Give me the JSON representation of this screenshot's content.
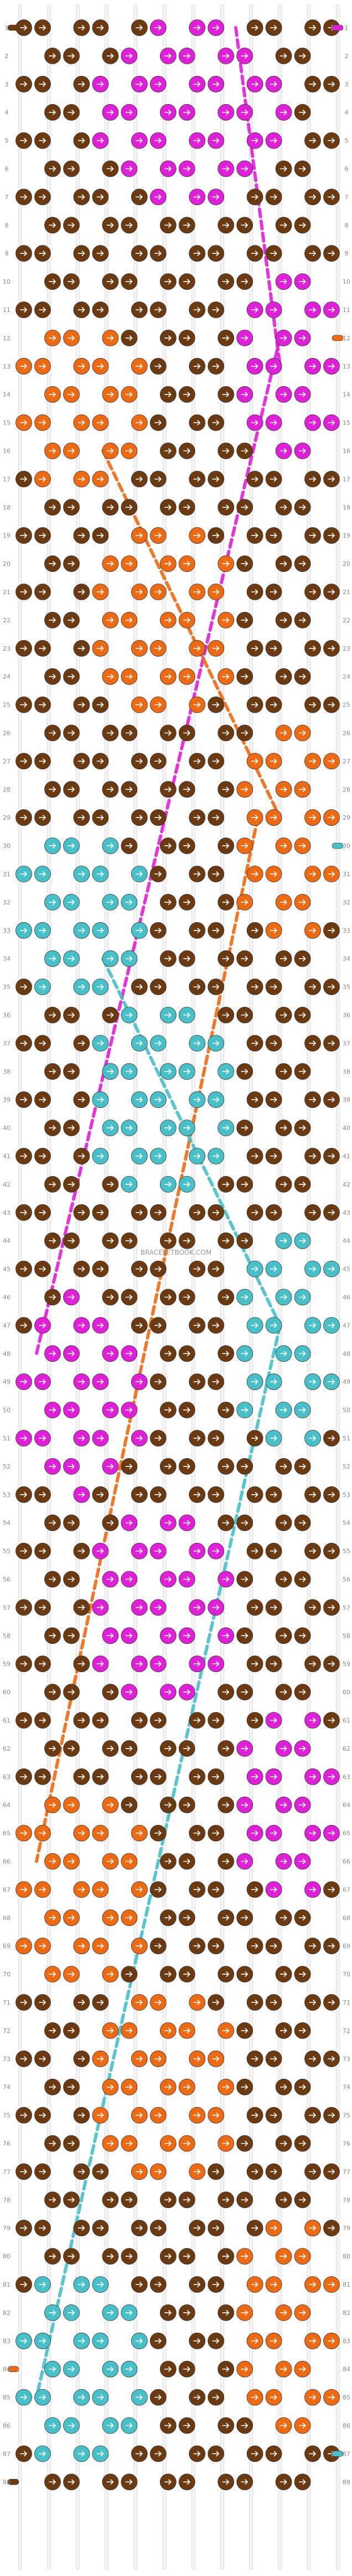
{
  "pattern": {
    "watermark": "BRACELETBOOK.COM",
    "row_count": 88,
    "strand_count": 12,
    "knots_per_row_pattern": [
      6,
      5
    ],
    "colors": {
      "brown": "#6b3a10",
      "magenta": "#e020d8",
      "orange": "#ee6a12",
      "teal": "#48c0c8",
      "arrow": "#ffffff",
      "thread_outline": "#333333",
      "background": "#ffffff"
    },
    "strands_left": [
      "brown",
      "brown",
      "brown",
      "brown",
      "brown",
      "brown",
      "brown",
      "brown",
      "brown",
      "brown",
      "brown",
      "brown"
    ],
    "strands_right": [
      "magenta",
      "brown",
      "brown",
      "brown",
      "brown",
      "brown",
      "brown",
      "brown",
      "brown",
      "brown",
      "brown",
      "brown"
    ],
    "left_end_markers": [
      {
        "row": 1,
        "color": "brown"
      },
      {
        "row": 84,
        "color": "orange"
      },
      {
        "row": 88,
        "color": "brown"
      }
    ],
    "right_end_markers": [
      {
        "row": 1,
        "color": "magenta"
      },
      {
        "row": 12,
        "color": "orange"
      },
      {
        "row": 30,
        "color": "teal"
      },
      {
        "row": 87,
        "color": "teal"
      }
    ],
    "motifs": [
      {
        "color": "magenta",
        "rows": [
          1,
          7
        ],
        "cols": [
          3,
          9
        ]
      },
      {
        "color": "magenta",
        "rows": [
          10,
          16
        ],
        "cols": [
          8,
          11
        ]
      },
      {
        "color": "orange",
        "rows": [
          12,
          17
        ],
        "cols": [
          0,
          4
        ]
      },
      {
        "color": "orange",
        "rows": [
          19,
          25
        ],
        "cols": [
          3,
          7
        ]
      },
      {
        "color": "orange",
        "rows": [
          26,
          33
        ],
        "cols": [
          8,
          11
        ]
      },
      {
        "color": "teal",
        "rows": [
          30,
          35
        ],
        "cols": [
          0,
          4
        ]
      },
      {
        "color": "teal",
        "rows": [
          36,
          42
        ],
        "cols": [
          3,
          7
        ]
      },
      {
        "color": "teal",
        "rows": [
          44,
          51
        ],
        "cols": [
          8,
          11
        ]
      },
      {
        "color": "magenta",
        "rows": [
          46,
          53
        ],
        "cols": [
          0,
          4
        ]
      },
      {
        "color": "magenta",
        "rows": [
          54,
          60
        ],
        "cols": [
          3,
          7
        ]
      },
      {
        "color": "magenta",
        "rows": [
          61,
          67
        ],
        "cols": [
          8,
          11
        ]
      },
      {
        "color": "orange",
        "rows": [
          64,
          70
        ],
        "cols": [
          0,
          4
        ]
      },
      {
        "color": "orange",
        "rows": [
          71,
          77
        ],
        "cols": [
          3,
          7
        ]
      },
      {
        "color": "orange",
        "rows": [
          79,
          86
        ],
        "cols": [
          8,
          11
        ]
      },
      {
        "color": "teal",
        "rows": [
          81,
          87
        ],
        "cols": [
          0,
          4
        ]
      }
    ],
    "diagonal_threads": [
      {
        "color": "magenta",
        "from_row": 1,
        "from_col": 9,
        "to_row": 13,
        "to_col": 11
      },
      {
        "color": "magenta",
        "from_row": 12,
        "from_col": 11,
        "to_row": 48,
        "to_col": 0
      },
      {
        "color": "orange",
        "from_row": 16,
        "from_col": 3,
        "to_row": 29,
        "to_col": 11
      },
      {
        "color": "orange",
        "from_row": 29,
        "from_col": 10,
        "to_row": 66,
        "to_col": 0
      },
      {
        "color": "teal",
        "from_row": 34,
        "from_col": 3,
        "to_row": 47,
        "to_col": 11
      },
      {
        "color": "teal",
        "from_row": 47,
        "from_col": 11,
        "to_row": 85,
        "to_col": 0
      }
    ]
  }
}
